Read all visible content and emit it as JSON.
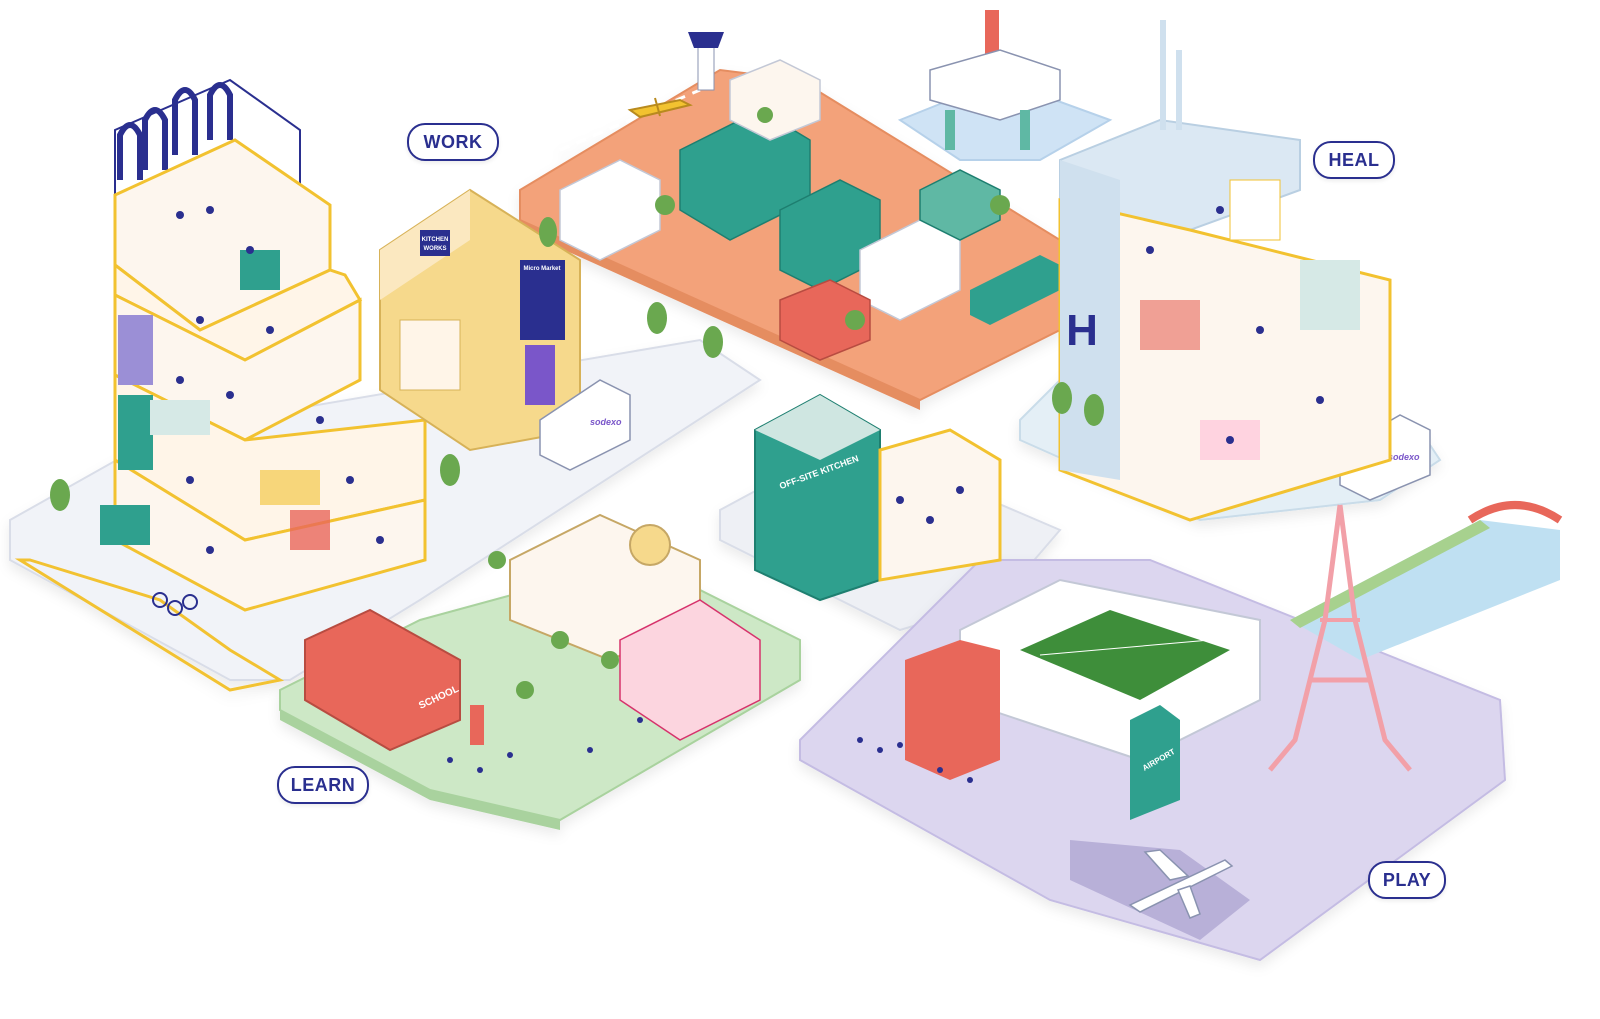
{
  "zones": {
    "work": "WORK",
    "heal": "HEAL",
    "learn": "LEARN",
    "play": "PLAY"
  },
  "signs": {
    "kitchen_works_1": "KITCHEN",
    "kitchen_works_2": "WORKS",
    "micro_market": "Micro Market",
    "off_site_kitchen": "OFF-SITE KITCHEN",
    "school": "SCHOOL",
    "airport": "AIRPORT",
    "hospital": "H",
    "truck_brand": "sodexo"
  },
  "colors": {
    "brand_navy": "#2a2f8f",
    "base_grey": "#eef0f5",
    "base_orange": "#f3a27a",
    "base_green": "#cde8c6",
    "base_lavender": "#dcd6ef",
    "base_lightblue": "#e4eff6",
    "outline_yellow": "#f2c230",
    "teal": "#2fa08e",
    "coral": "#e8675a",
    "magenta": "#d6336c"
  }
}
